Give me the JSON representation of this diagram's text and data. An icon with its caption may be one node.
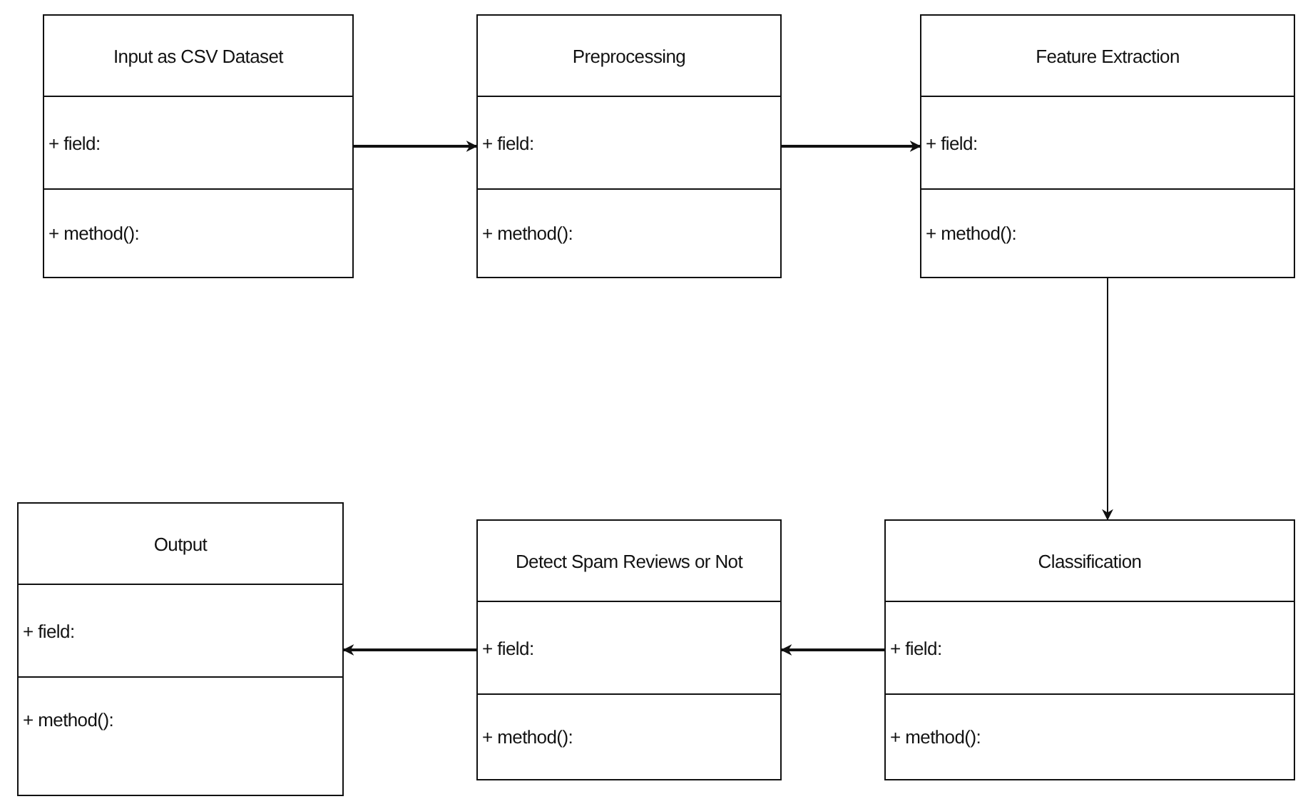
{
  "diagram": {
    "nodes": [
      {
        "text": [
          "Input as CSV Dataset",
          "+ field:",
          "+ method():"
        ]
      },
      {
        "text": [
          "Preprocessing",
          "+ field:",
          "+ method():"
        ]
      },
      {
        "text": [
          "Feature Extraction",
          "+ field:",
          "+ method():"
        ]
      },
      {
        "text": [
          "Output",
          "+ field:",
          "+ method():"
        ]
      },
      {
        "text": [
          "Detect Spam Reviews or Not",
          "+ field:",
          "+ method():"
        ]
      },
      {
        "text": [
          "Classification",
          "+ field:",
          "+ method():"
        ]
      }
    ],
    "edges": [
      {
        "from": 0,
        "to": 1,
        "arrow": "to"
      },
      {
        "from": 1,
        "to": 2,
        "arrow": "to"
      },
      {
        "from": 2,
        "to": 5,
        "arrow": "to"
      },
      {
        "from": 5,
        "to": 4,
        "arrow": "to"
      },
      {
        "from": 4,
        "to": 3,
        "arrow": "to"
      }
    ]
  }
}
